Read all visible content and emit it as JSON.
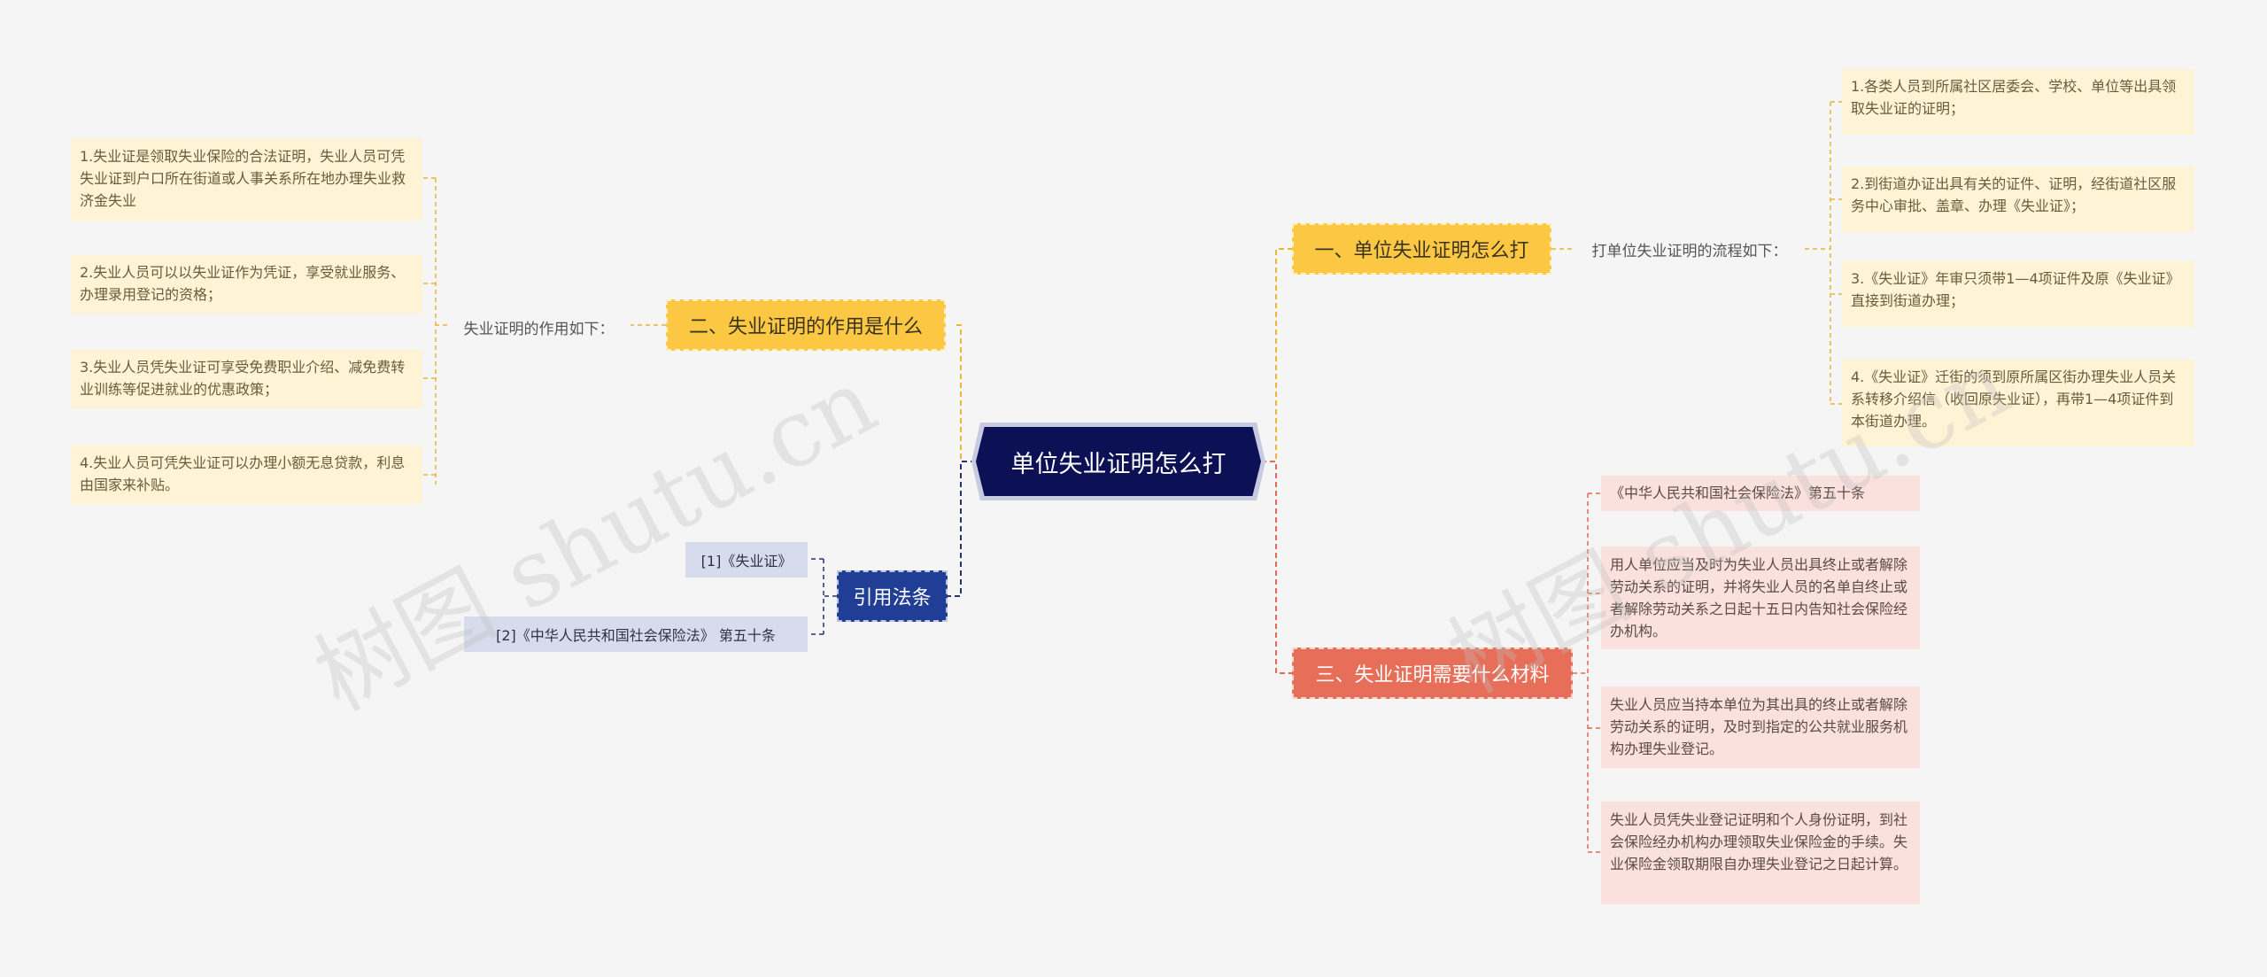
{
  "center": {
    "label": "单位失业证明怎么打"
  },
  "branches": {
    "b1": {
      "label": "一、单位失业证明怎么打",
      "mid": "打单位失业证明的流程如下：",
      "items": [
        "1.各类人员到所属社区居委会、学校、单位等出具领取失业证的证明；",
        "2.到街道办证出具有关的证件、证明，经街道社区服务中心审批、盖章、办理《失业证》；",
        "3.《失业证》年审只须带1—4项证件及原《失业证》直接到街道办理；",
        "4.《失业证》迁街的须到原所属区街办理失业人员关系转移介绍信（收回原失业证），再带1—4项证件到本街道办理。"
      ]
    },
    "b2": {
      "label": "二、失业证明的作用是什么",
      "mid": "失业证明的作用如下：",
      "items": [
        "1.失业证是领取失业保险的合法证明，失业人员可凭失业证到户口所在街道或人事关系所在地办理失业救济金失业",
        "2.失业人员可以以失业证作为凭证，享受就业服务、办理录用登记的资格；",
        "3.失业人员凭失业证可享受免费职业介绍、减免费转业训练等促进就业的优惠政策；",
        "4.失业人员可凭失业证可以办理小额无息贷款，利息由国家来补贴。"
      ]
    },
    "b3": {
      "label": "三、失业证明需要什么材料",
      "items": [
        "《中华人民共和国社会保险法》第五十条",
        "用人单位应当及时为失业人员出具终止或者解除劳动关系的证明，并将失业人员的名单自终止或者解除劳动关系之日起十五日内告知社会保险经办机构。",
        "失业人员应当持本单位为其出具的终止或者解除劳动关系的证明，及时到指定的公共就业服务机构办理失业登记。",
        "失业人员凭失业登记证明和个人身份证明，到社会保险经办机构办理领取失业保险金的手续。失业保险金领取期限自办理失业登记之日起计算。"
      ]
    },
    "b4": {
      "label": "引用法条",
      "items": [
        "[1]《失业证》",
        "[2]《中华人民共和国社会保险法》 第五十条"
      ]
    }
  },
  "watermarks": [
    "树图 shutu.cn",
    "树图 shutu.cn"
  ],
  "colors": {
    "center": "#0b1154",
    "yellow": "#fcc843",
    "red": "#e76f59",
    "blue": "#203e96",
    "leaf_yellow": "#fff3d6",
    "leaf_red": "#fbe1dd",
    "leaf_blue": "#d7dcec"
  }
}
